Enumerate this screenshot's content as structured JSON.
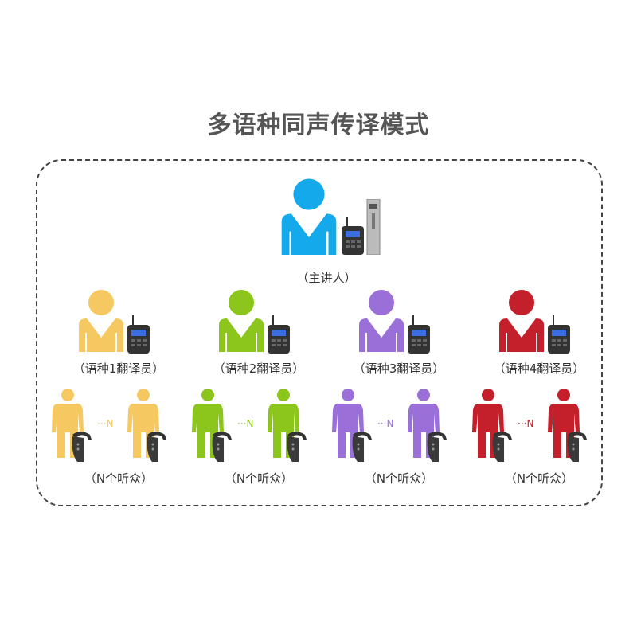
{
  "title": "多语种同声传译模式",
  "speaker": {
    "label": "（主讲人）",
    "color": "#14a9ea"
  },
  "groups": [
    {
      "translator_label": "（语种1翻译员）",
      "listeners_label": "（N个听众）",
      "dots": "···N",
      "color": "#f6c862"
    },
    {
      "translator_label": "（语种2翻译员）",
      "listeners_label": "（N个听众）",
      "dots": "···N",
      "color": "#8cc61c"
    },
    {
      "translator_label": "（语种3翻译员）",
      "listeners_label": "（N个听众）",
      "dots": "···N",
      "color": "#9b6fd8"
    },
    {
      "translator_label": "（语种4翻译员）",
      "listeners_label": "（N个听众）",
      "dots": "···N",
      "color": "#c4202b"
    }
  ]
}
